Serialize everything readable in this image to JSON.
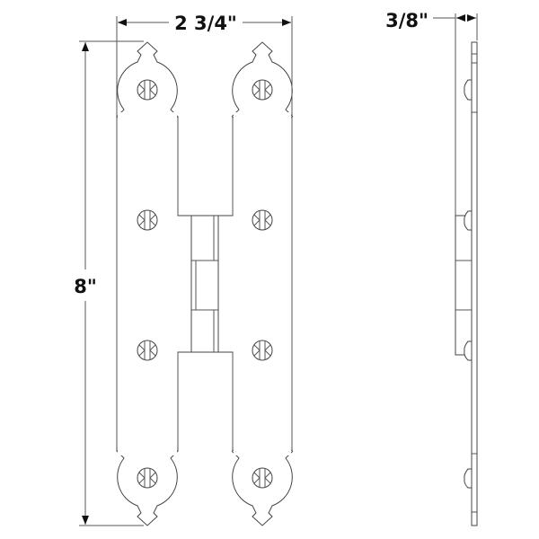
{
  "drawing": {
    "width_label": "2 3/4\"",
    "height_label": "8\"",
    "thickness_label": "3/8\"",
    "line_color": "#555555"
  }
}
